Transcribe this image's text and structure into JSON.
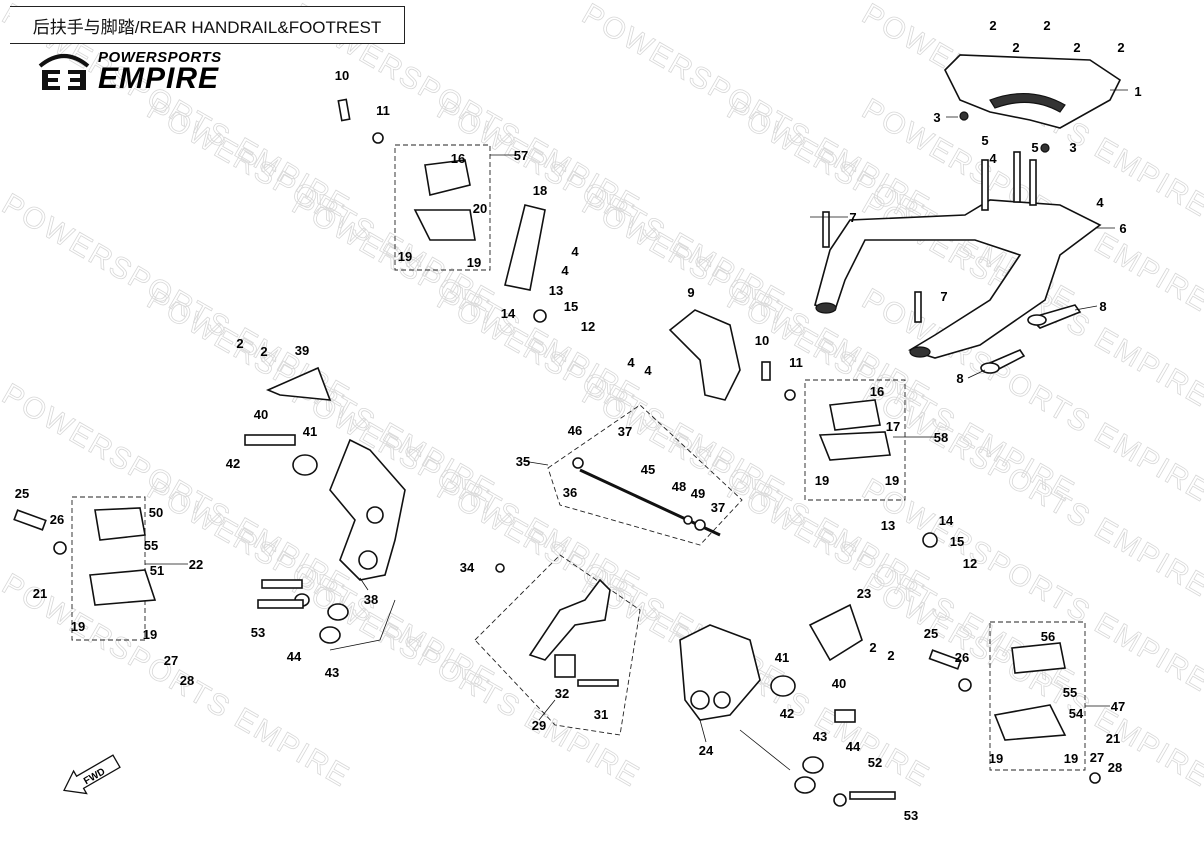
{
  "title": "后扶手与脚踏/REAR HANDRAIL&FOOTREST",
  "logo": {
    "line1": "POWERSPORTS",
    "line2": "EMPIRE"
  },
  "watermark": "POWERSPORTS EMPIRE",
  "fwd_label": "FWD",
  "callouts": [
    "2",
    "2",
    "2",
    "2",
    "2",
    "1",
    "3",
    "5",
    "4",
    "5",
    "3",
    "4",
    "7",
    "6",
    "7",
    "8",
    "8",
    "10",
    "11",
    "16",
    "57",
    "20",
    "19",
    "19",
    "18",
    "4",
    "4",
    "13",
    "14",
    "15",
    "12",
    "9",
    "4",
    "4",
    "10",
    "11",
    "16",
    "17",
    "58",
    "19",
    "19",
    "13",
    "14",
    "15",
    "12",
    "2",
    "2",
    "39",
    "40",
    "41",
    "42",
    "35",
    "46",
    "37",
    "45",
    "36",
    "48",
    "49",
    "37",
    "25",
    "26",
    "50",
    "55",
    "22",
    "51",
    "21",
    "19",
    "19",
    "27",
    "28",
    "38",
    "53",
    "44",
    "43",
    "34",
    "23",
    "41",
    "2",
    "2",
    "40",
    "42",
    "32",
    "31",
    "29",
    "24",
    "25",
    "26",
    "56",
    "55",
    "54",
    "47",
    "21",
    "19",
    "19",
    "27",
    "28",
    "43",
    "44",
    "52",
    "53"
  ]
}
